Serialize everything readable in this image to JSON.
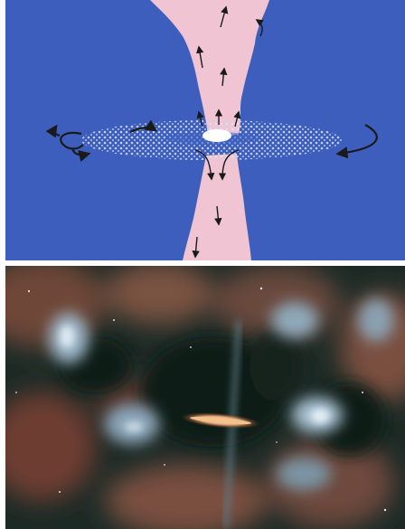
{
  "figure": {
    "top_panel": {
      "kind": "illustration",
      "subject": "jet-and-disk-diagram",
      "colors": {
        "background": "#3d5ebd",
        "jet": "#f0c4d2",
        "disk": "#dfe6f4",
        "arrows": "#1a1a1a"
      }
    },
    "bottom_panel": {
      "kind": "photograph",
      "subject": "nebula-with-edge-on-disk-and-jet",
      "colors": {
        "background": "#1c2a26",
        "gas": "#8a5a45",
        "bright-clouds": "#9fb7c9",
        "disk": "#e0a070"
      }
    }
  }
}
